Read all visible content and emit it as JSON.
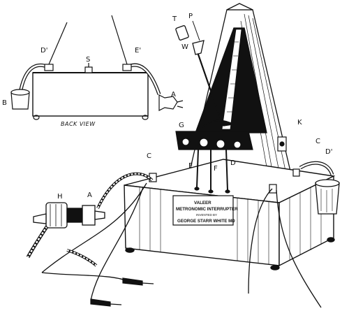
{
  "inset": {
    "caption": "BACK VIEW",
    "labels": [
      "D'",
      "S",
      "E'",
      "B",
      "A"
    ]
  },
  "main_labels": {
    "T": "T",
    "P": "P",
    "W": "W",
    "K": "K",
    "G": "G",
    "C_left": "C",
    "C_right": "C",
    "D_prime": "D'",
    "E": "E",
    "F": "F",
    "D": "D",
    "H": "H",
    "A": "A"
  },
  "nameplate": {
    "line1": "VALEER",
    "line2": "METRONOMIC INTERRUPTER",
    "line3": "INVENTED BY",
    "line4": "GEORGE STARR WHITE MD"
  },
  "colors": {
    "ink": "#111111",
    "paper": "#ffffff"
  }
}
